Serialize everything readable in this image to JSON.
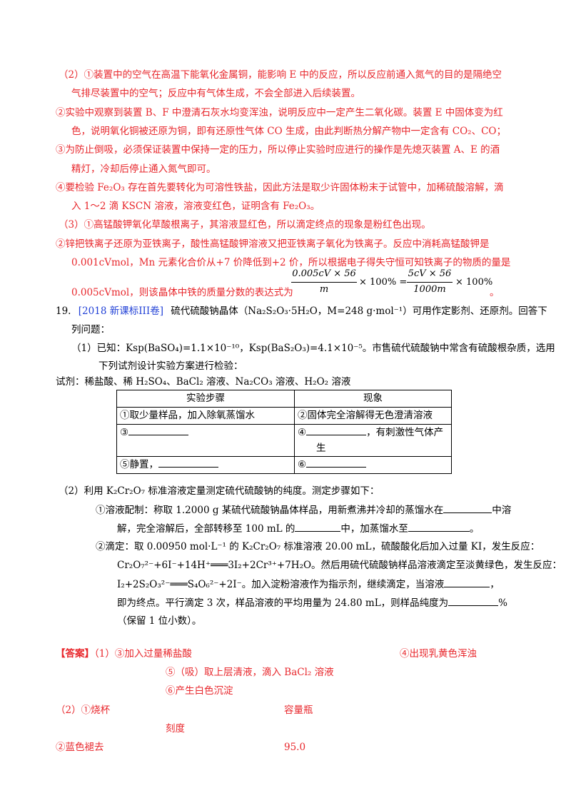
{
  "part2": {
    "l1": "（2）①装置中的空气在高温下能氧化金属铜，能影响 E 中的反应，所以反应前通入氮气的目的是隔绝空",
    "l2": "气排尽装置中的空气；反应中有气体生成，不会全部进入后续装置。",
    "l3": "②实验中观察到装置 B、F 中澄清石灰水均变浑浊，说明反应中一定产生二氧化碳。装置 E 中固体变为红",
    "l4": "色，说明氧化铜被还原为铜，即有还原性气体 CO 生成，由此判断热分解产物中一定含有 CO₂、CO；",
    "l5": "③为防止倒吸，必须保证装置中保持一定的压力，所以停止实验时应进行的操作是先熄灭装置 A、E 的酒",
    "l6": "精灯，冷却后停止通入氮气即可。",
    "l7": "④要检验 Fe₂O₃ 存在首先要转化为可溶性铁盐，因此方法是取少许固体粉末于试管中，加稀硫酸溶解，滴",
    "l8": "入 1～2 滴 KSCN 溶液，溶液变红色，证明含有 Fe₂O₃。"
  },
  "part3": {
    "l1": "（3）①高锰酸钾氧化草酸根离子，其溶液显红色，所以滴定终点的现象是粉红色出现。",
    "l2": "②锌把铁离子还原为亚铁离子，酸性高锰酸钾溶液又把亚铁离子氧化为铁离子。反应中消耗高锰酸钾是",
    "l3": "0.001cVmol，Mn 元素化合价从+7 价降低到+2 价，所以根据电子得失守恒可知铁离子的物质的量是",
    "l4": "0.005cVmol，则该晶体中铁的质量分数的表达式为",
    "frac1_num": "0.005cV × 56",
    "frac1_den": "m",
    "mid": "× 100% =",
    "frac2_num": "5cV × 56",
    "frac2_den": "1000m",
    "tail": "× 100%",
    "end": "。"
  },
  "q19": {
    "num": "19.",
    "source": "[2018 新课标III卷]",
    "l1": "硫代硫酸钠晶体（Na₂S₂O₃·5H₂O，M=248 g·mol⁻¹）可用作定影剂、还原剂。回答下",
    "l2": "列问题：",
    "p1a": "（1）已知：Ksp(BaSO₄)=1.1×10⁻¹⁰，Ksp(BaS₂O₃)=4.1×10⁻⁵。市售硫代硫酸钠中常含有硫酸根杂质，选用",
    "p1b": "下列试剂设计实验方案进行检验：",
    "reagents": "试剂：稀盐酸、稀 H₂SO₄、BaCl₂ 溶液、Na₂CO₃ 溶液、H₂O₂ 溶液",
    "table": {
      "h1": "实验步骤",
      "h2": "现象",
      "r1c1": "①取少量样品，加入除氧蒸馏水",
      "r1c2": "②固体完全溶解得无色澄清溶液",
      "r2c1": "③",
      "r2c2a": "④",
      "r2c2b": "，有刺激性气体产",
      "r2c2c": "生",
      "r3c1": "⑤静置，",
      "r3c2": "⑥"
    },
    "p2": "（2）利用 K₂Cr₂O₇ 标准溶液定量测定硫代硫酸钠的纯度。测定步骤如下：",
    "p2a1": "①溶液配制：称取 1.2000 g 某硫代硫酸钠晶体样品，用新煮沸并冷却的蒸馏水在",
    "p2a1end": "中溶",
    "p2a2": "解，完全溶解后，全部转移至 100 mL 的",
    "p2a2mid": "中，加蒸馏水至",
    "p2a2end": "。",
    "p2b1": "②滴定：取 0.00950 mol·L⁻¹ 的 K₂Cr₂O₇ 标准溶液 20.00 mL，硫酸酸化后加入过量 KI，发生反应：",
    "p2b2": "Cr₂O₇²⁻+6I⁻+14H⁺═══3I₂+2Cr³⁺+7H₂O。然后用硫代硫酸钠样品溶液滴定至淡黄绿色，发生反应：",
    "p2b3": "I₂+2S₂O₃²⁻═══S₄O₆²⁻+2I⁻。加入淀粉溶液作为指示剂，继续滴定，当溶液",
    "p2b3end": "，",
    "p2b4": "即为终点。平行滴定 3 次，样品溶液的平均用量为 24.80 mL，则样品纯度为",
    "p2b4end": "%",
    "p2b5": "（保留 1 位小数）。"
  },
  "answer": {
    "label": "【答案】",
    "a1": "（1）③加入过量稀盐酸",
    "a2": "④出现乳黄色浑浊",
    "a3": "⑤（吸）取上层清液，滴入 BaCl₂ 溶液",
    "a4": "⑥产生白色沉淀",
    "a5": "（2）①烧杯",
    "a6": "容量瓶",
    "a7": "刻度",
    "a8": "②蓝色褪去",
    "a9": "95.0"
  }
}
